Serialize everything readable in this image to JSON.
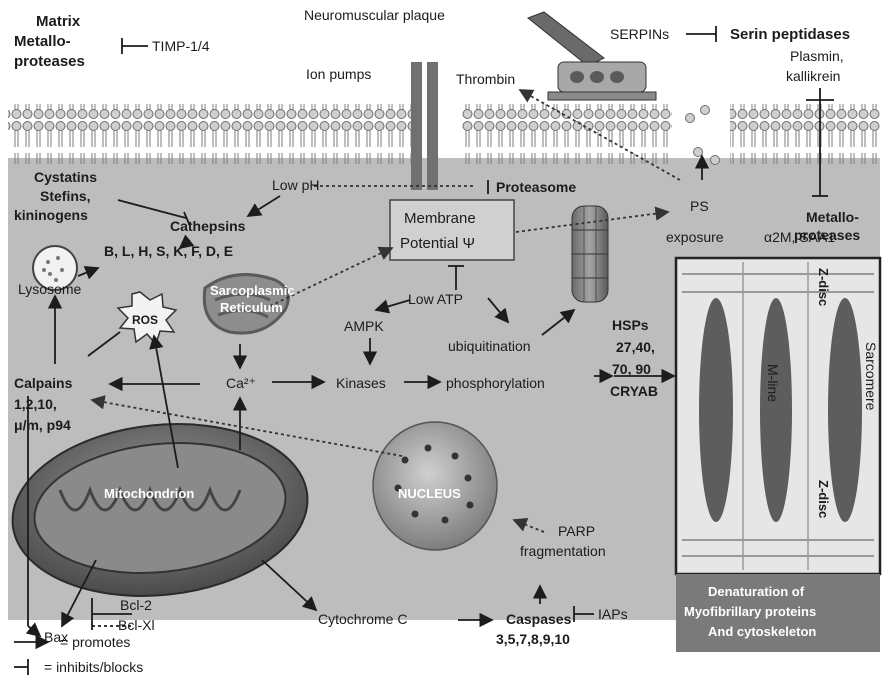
{
  "labels": {
    "mmp_title": [
      "Matrix",
      "Metallo-",
      "proteases"
    ],
    "timp": "TIMP-1/4",
    "neuromuscular": "Neuromuscular plaque",
    "serpins": "SERPINs",
    "serin_title": "Serin peptidases",
    "serin_sub": [
      "Plasmin,",
      "kallikrein"
    ],
    "ion_pumps": "Ion pumps",
    "thrombin": "Thrombin",
    "cystatins": [
      "Cystatins",
      "Stefins,",
      "kininogens"
    ],
    "low_ph": "Low pH",
    "proteasome": "Proteasome",
    "cathepsins": "Cathepsins",
    "cathepsin_types": "B, L, H, S, K, F, D, E",
    "membrane": [
      "Membrane",
      "Potential Ψ"
    ],
    "ps": [
      "PS",
      "exposure"
    ],
    "metallo2": [
      "Metallo-",
      "proteases"
    ],
    "a2m": "α2M, SAA1",
    "lysosome": "Lysosome",
    "ros": "ROS",
    "sarcoplasmic": [
      "Sarcoplasmic",
      "Reticulum"
    ],
    "low_atp": "Low ATP",
    "ampk": "AMPK",
    "ubiquitination": "ubiquitination",
    "hsp": [
      "HSPs",
      "27,40,",
      "70, 90",
      "CRYAB"
    ],
    "calpains": [
      "Calpains",
      "1,2,10,",
      "μ/m, p94"
    ],
    "ca": "Ca²⁺",
    "kinases": "Kinases",
    "phosphorylation": "phosphorylation",
    "mitochondrion": "Mitochondrion",
    "nucleus": "NUCLEUS",
    "parp": [
      "PARP",
      "fragmentation"
    ],
    "zdisc_top": "Z-disc",
    "zdisc_bottom": "Z-disc",
    "mline": "M-line",
    "sarcomere": "Sarcomere",
    "bax": "Bax",
    "bcl": [
      "Bcl-2",
      "Bcl-Xl"
    ],
    "cytochrome": "Cytochrome C",
    "caspases": [
      "Caspases",
      "3,5,7,8,9,10"
    ],
    "iaps": "IAPs",
    "denat": [
      "Denaturation of",
      "Myofibrillary proteins",
      "And cytoskeleton"
    ]
  },
  "legend": {
    "promotes": "= promotes",
    "inhibits": "= inhibits/blocks"
  },
  "colors": {
    "cell_bg": "#bdbdbd",
    "membrane": "#9a9a9a",
    "sarcomere_box": "#e4e4e4",
    "denat_box": "#7a7a7a",
    "text_white": "#ffffff"
  }
}
